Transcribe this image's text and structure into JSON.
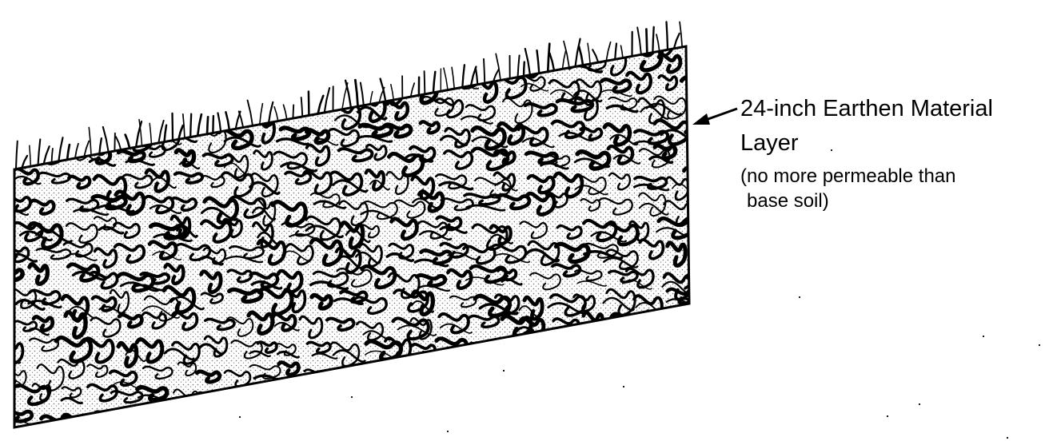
{
  "label": {
    "title_line1": "24-inch Earthen Material",
    "title_line2": "Layer",
    "note_line1": "(no more permeable than",
    "note_line2": "base soil)"
  },
  "colors": {
    "ink": "#000000",
    "background": "#ffffff"
  }
}
